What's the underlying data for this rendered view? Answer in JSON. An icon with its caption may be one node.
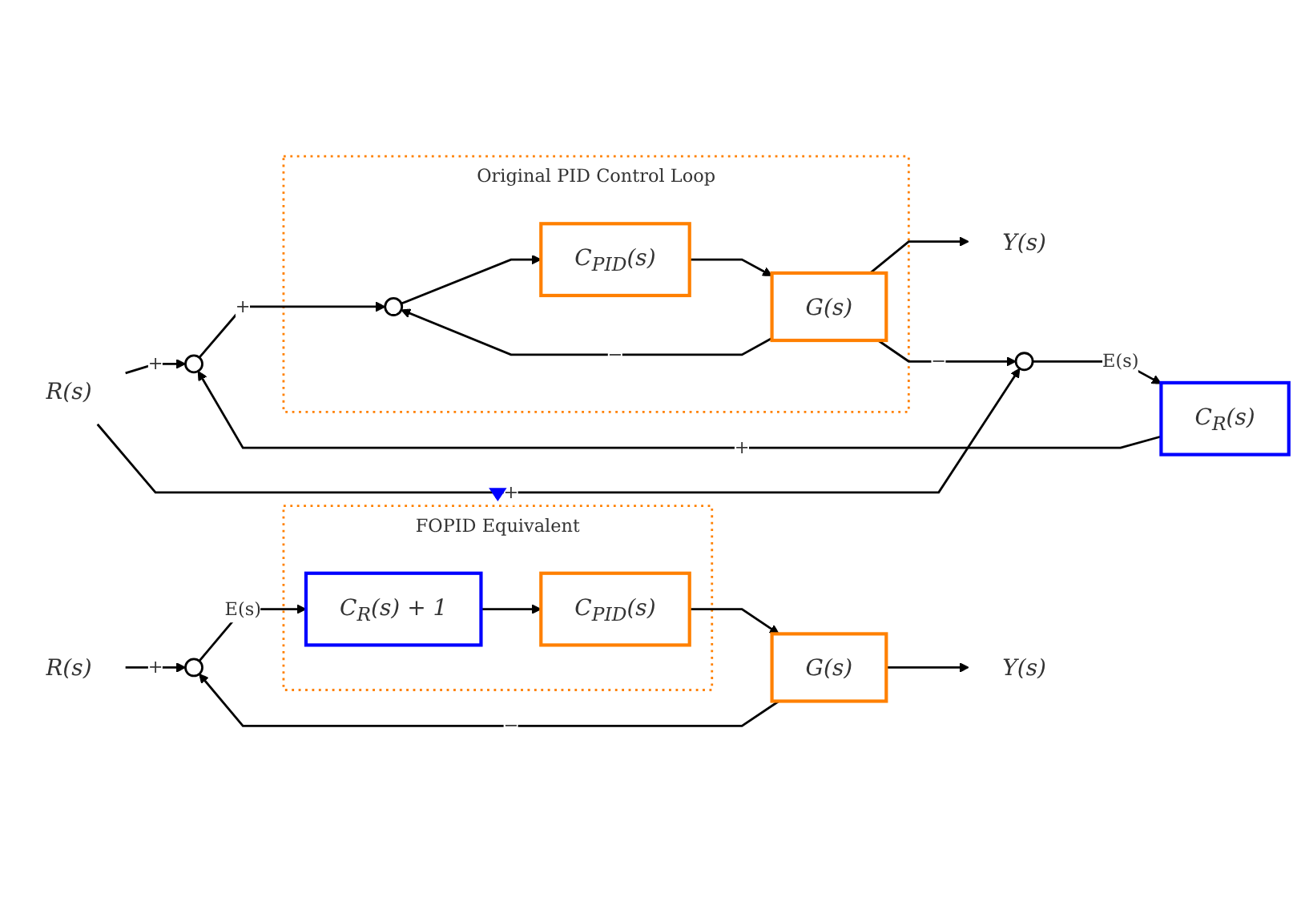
{
  "diagram": {
    "nodes": [
      {
        "text": [
          "R(s)"
        ]
      },
      {
        "text": [],
        "shape": "circle"
      },
      {
        "text": [
          "Original PID Control Loop"
        ]
      },
      {
        "text": [],
        "shape": "circle",
        "in": 2
      },
      {
        "text": [
          "C$_{PID}$(s)"
        ],
        "in": 2
      },
      {
        "text": [
          "G(s)"
        ],
        "in": 2
      },
      {
        "text": [
          "Y(s)"
        ]
      },
      {
        "text": [
          "C$_{R}$(s)"
        ]
      },
      {
        "text": [],
        "shape": "circle"
      },
      {
        "text": [
          "R(s)"
        ]
      },
      {
        "text": [],
        "shape": "circle"
      },
      {
        "text": [
          "FOPID Equivalent"
        ]
      },
      {
        "text": [
          "C$_{R}$(s) + 1"
        ],
        "in": 11
      },
      {
        "text": [
          "C$_{PID}$(s)"
        ],
        "in": 11
      },
      {
        "text": [
          "G(s)"
        ]
      },
      {
        "text": [
          "Y(s)"
        ]
      }
    ],
    "edges": [
      {
        "from": 0,
        "to": 1,
        "arrow": "to",
        "label": "+"
      },
      {
        "from": 1,
        "to": 3,
        "arrow": "to",
        "label": "+"
      },
      {
        "from": 3,
        "to": 4,
        "arrow": "to"
      },
      {
        "from": 4,
        "to": 5,
        "arrow": "to"
      },
      {
        "from": 5,
        "to": 3,
        "arrow": "to",
        "label": "−"
      },
      {
        "from": 5,
        "to": 6,
        "arrow": "to"
      },
      {
        "from": 5,
        "to": 8,
        "arrow": "to",
        "label": "−"
      },
      {
        "from": 0,
        "to": 8,
        "arrow": "to",
        "label": "+"
      },
      {
        "from": 8,
        "to": 7,
        "arrow": "to",
        "label": "E(s)"
      },
      {
        "from": 7,
        "to": 1,
        "arrow": "to",
        "label": "+"
      },
      {
        "from": 9,
        "to": 10,
        "arrow": "to",
        "label": "+"
      },
      {
        "from": 10,
        "to": 12,
        "arrow": "to",
        "label": "E(s)"
      },
      {
        "from": 12,
        "to": 13,
        "arrow": "to"
      },
      {
        "from": 13,
        "to": 14,
        "arrow": "to"
      },
      {
        "from": 14,
        "to": 15,
        "arrow": "to"
      },
      {
        "from": 14,
        "to": 10,
        "arrow": "to",
        "label": "−"
      }
    ]
  }
}
